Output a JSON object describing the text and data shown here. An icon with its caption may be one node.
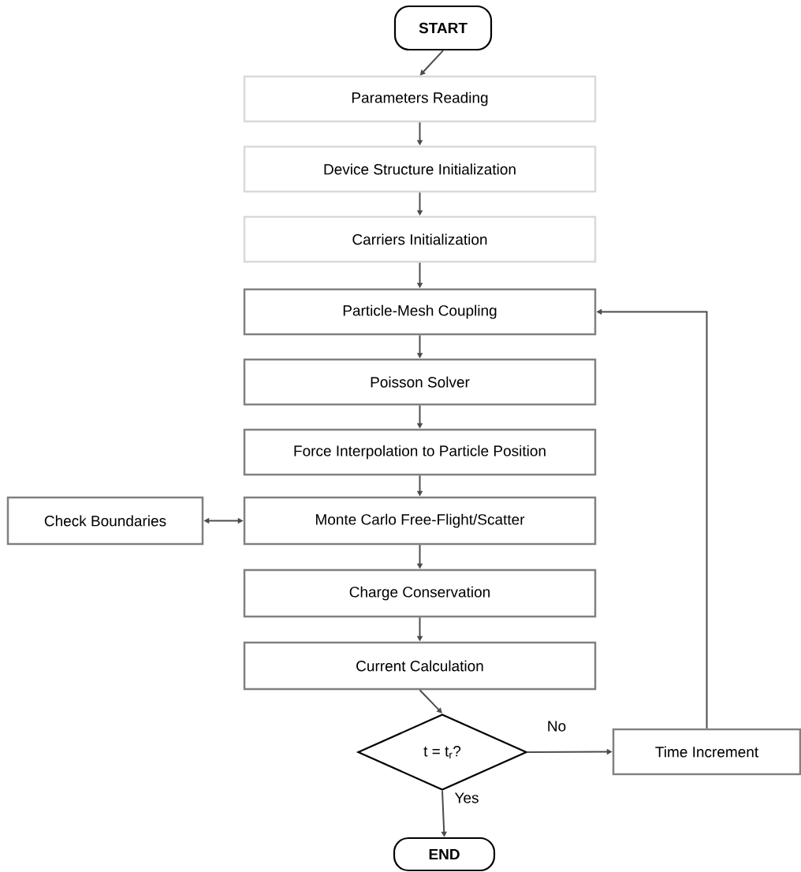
{
  "diagram": {
    "nodes": [
      {
        "text": [
          "START"
        ]
      },
      {
        "text": [
          "Parameters Reading"
        ]
      },
      {
        "text": [
          "Device Structure Initialization"
        ]
      },
      {
        "text": [
          "Carriers Initialization"
        ]
      },
      {
        "text": [
          "Particle-Mesh Coupling"
        ]
      },
      {
        "text": [
          "Poisson Solver"
        ]
      },
      {
        "text": [
          "Force Interpolation to Particle Position"
        ]
      },
      {
        "text": [
          "Check Boundaries"
        ]
      },
      {
        "text": [
          "Monte Carlo Free-Flight/Scatter"
        ]
      },
      {
        "text": [
          "Charge Conservation"
        ]
      },
      {
        "text": [
          "Current Calculation"
        ]
      },
      {
        "text": [
          "t = t$_{r}$?"
        ]
      },
      {
        "text": [
          "Time Increment"
        ]
      },
      {
        "text": [
          "END"
        ]
      }
    ],
    "edges": [
      {
        "from": 0,
        "to": 1,
        "arrow": "to"
      },
      {
        "from": 1,
        "to": 2,
        "arrow": "to"
      },
      {
        "from": 2,
        "to": 3,
        "arrow": "to"
      },
      {
        "from": 3,
        "to": 4,
        "arrow": "to"
      },
      {
        "from": 4,
        "to": 5,
        "arrow": "to"
      },
      {
        "from": 5,
        "to": 6,
        "arrow": "to"
      },
      {
        "from": 6,
        "to": 8,
        "arrow": "to"
      },
      {
        "from": 7,
        "to": 8,
        "arrow": "both"
      },
      {
        "from": 8,
        "to": 9,
        "arrow": "to"
      },
      {
        "from": 9,
        "to": 10,
        "arrow": "to"
      },
      {
        "from": 10,
        "to": 11,
        "arrow": "to"
      },
      {
        "from": 11,
        "to": 12,
        "arrow": "to",
        "label": "No"
      },
      {
        "from": 12,
        "to": 4,
        "arrow": "to"
      },
      {
        "from": 11,
        "to": 13,
        "arrow": "to",
        "label": "Yes"
      }
    ]
  }
}
